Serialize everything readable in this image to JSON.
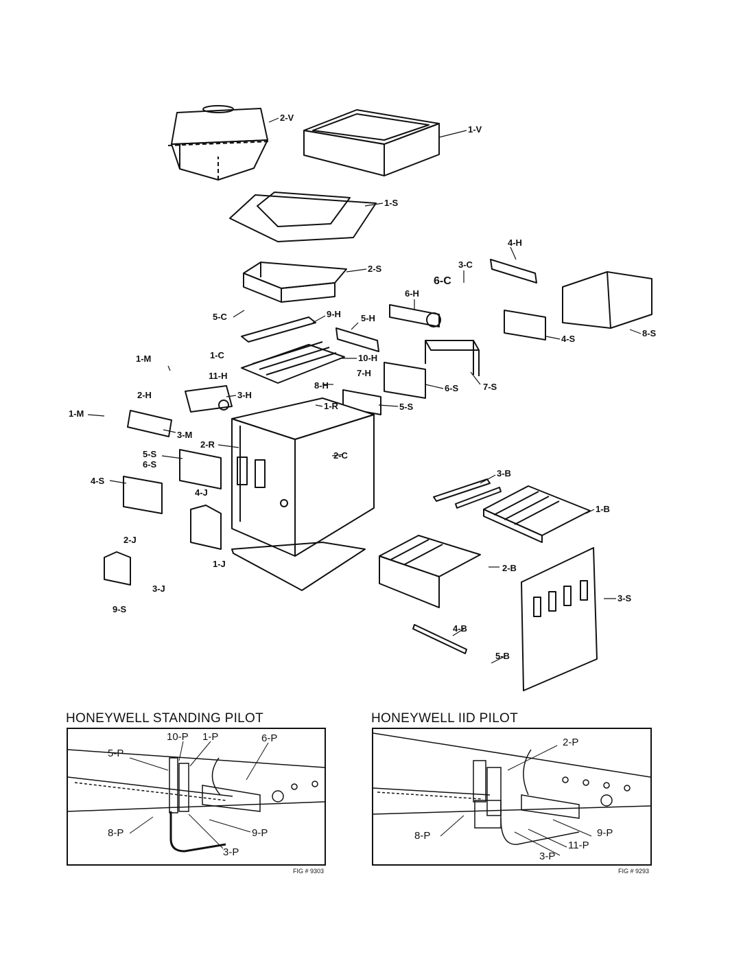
{
  "main_diagram": {
    "labels": {
      "v2": "2-V",
      "v1": "1-V",
      "s1": "1-S",
      "s2": "2-S",
      "h4": "4-H",
      "c3": "3-C",
      "c6": "6-C",
      "h6": "6-H",
      "s8": "8-S",
      "c5": "5-C",
      "h9": "9-H",
      "h5": "5-H",
      "s4r": "4-S",
      "m1a": "1-M",
      "c1": "1-C",
      "h10": "10-H",
      "h11": "11-H",
      "h7": "7-H",
      "h8": "8-H",
      "s7": "7-S",
      "s6r": "6-S",
      "h2": "2-H",
      "h3": "3-H",
      "r1": "1-R",
      "s5r": "5-S",
      "m1b": "1-M",
      "m3": "3-M",
      "r2": "2-R",
      "s5l": "5-S",
      "s6l": "6-S",
      "c2": "2-C",
      "s4l": "4-S",
      "j4": "4-J",
      "b3": "3-B",
      "b1": "1-B",
      "j2": "2-J",
      "b2": "2-B",
      "j1": "1-J",
      "j3": "3-J",
      "s3": "3-S",
      "s9": "9-S",
      "b4": "4-B",
      "b5": "5-B"
    }
  },
  "standing_pilot": {
    "title": "HONEYWELL STANDING PILOT",
    "labels": {
      "p10": "10-P",
      "p1": "1-P",
      "p6": "6-P",
      "p5": "5-P",
      "p8": "8-P",
      "p9": "9-P",
      "p3": "3-P"
    },
    "fig": "FIG # 9303"
  },
  "iid_pilot": {
    "title": "HONEYWELL IID PILOT",
    "labels": {
      "p2": "2-P",
      "p8": "8-P",
      "p9": "9-P",
      "p11": "11-P",
      "p3": "3-P"
    },
    "fig": "FIG # 9293"
  }
}
